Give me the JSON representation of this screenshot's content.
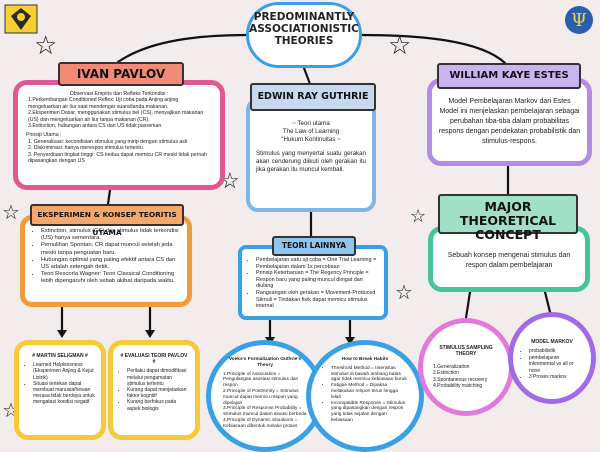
{
  "title": {
    "line1": "PREDOMINANTLY",
    "line2": "ASSOCIATIONISTIC",
    "line3": "THEORIES"
  },
  "pavlov": {
    "heading": "IVAN PAVLOV",
    "subtitle": "Observasi Empiris dan Refleks Terkondisi :",
    "items": [
      "1.Perkembangan Conditioned Reflex: Uji coba pada Anjing anjing mengeluarkan air liur saat mendengar suara/tanda makanan.",
      "2.Eksperimen Dasar, menggunakan stimulus bel (CS), menyajikan makanan (US) dan mengeluarkan air liur tanpa makanan (CR).",
      "3.Extinction, hubungan antara CS dan US tidak pasrerkan."
    ],
    "principle_title": "Prinsip Utama :",
    "principles": [
      "1. Generalisasi: kecondisian stimulus yang mirip dengan stimulus asli",
      "2. Diskriminasi: hanya merespon stimulus tertentu",
      "3. Penyerdiaan tingkat tinggi: CS kedua dapat memicu CR meski tidak pernah dipasangkan dengan US"
    ]
  },
  "guthrie": {
    "heading": "EDWIN RAY GUTHRIE",
    "lines": [
      "~ Teori utama",
      "The Law of Learning",
      "\"Hukum Kontinuitas ~"
    ],
    "text": "Stimulus yang menyertai suatu gerakan akan cenderung diikuti oleh gerakan itu jika gerakan itu muncul kembali."
  },
  "estes": {
    "heading": "WILLIAM KAYE ESTES",
    "text": "Model Pembelajaran Markov dari Estes Model ini menjelaskan pembelajaran sebagai perubahan tiba-tiba dalam probabilitas respons dengan pendekatan probabilistik dan stimulus-respons."
  },
  "major": {
    "heading_line1": "MAJOR THEORETICAL",
    "heading_line2": "CONCEPT",
    "text": "Sebuah konsep mengenai stimulus dan respon dalam pembelajaran"
  },
  "eksperimen": {
    "heading": "EKSPERIMEN & KONSEP TEORITIS UTAMA",
    "items": [
      "Extinction, stimulus (CS) dan stimulus tidak terkondisi (US) hanya sementara.",
      "Pemulihan Spontan, CR dapat muncul setelah jeda meski tanpa penguatan baru.",
      "Hubungan optimal yang paling efektif antara CS dan US adalah setengah detik.",
      "Teori Rescorla Wagner: Teori Classical Conditioning lebih dipengaruhi oleh sebab akibat daripada waktu."
    ]
  },
  "teori_lainnya": {
    "heading": "TEORI LAINNYA",
    "items": [
      "Pembelajaran satu uji coba = One Trial Learning = Pembelajaran dalam 1x percobaan",
      "Prinsip Keterbaruan = The Regency Principle = Respon baru yang paling muncul diingat dan diulang",
      "Rangsangan oleh gerakan = Movement-Produced Stimuli = Tindakan fisik dapat memicu stimulus internal"
    ]
  },
  "martin": {
    "title": "# MARTIN SELIGMAN #",
    "items": [
      "Learned Helplessness (Eksperimen Anjing & Kejut Listrik)",
      "Situasi tertekan dapat membuat manusia/hewan merasa tidak berdaya untuk mengatasi kondisi negatif."
    ]
  },
  "evaluasi": {
    "title": "# EVALUASI TEORI PAVLOV #",
    "items": [
      "Perilaku dapat dimodifikasi melalui pengamatan stimulus tertentu",
      "Kurang dapat menjelaskan faktor kognitif",
      "Kurang berfokus pada aspek biologis"
    ]
  },
  "voeks": {
    "title": "Voeks's Formalization Guthrie's Theory",
    "items": [
      "1.Principle of Association = Pengulangan asosiasi stimulus dan respon",
      "2.Principle of Postremity = Stimulus muncul dapat memicu respon yang dipelajari",
      "3.Principle of Response Probability = Stimulus muncul dalam situasi berbeda",
      "4.Principle of Dynamic Situations = Kebiasaan dibentuk melalui proses"
    ]
  },
  "break_habits": {
    "title": "How to Break Habits",
    "items": [
      "Threshold Method = Intensitas stimulus di bawah ambang batas agar tidak memicu kebiasaan buruk",
      "Fatigue Method = Dipaksa melakukan respon terus hingga lelah",
      "Incompatible Response = Stimulus yang dipasangkan dengan respon yang tidak sejalan dengan kebiasaan"
    ]
  },
  "sampling": {
    "title": "STIMULUS SAMPLING THEORY",
    "items": [
      "1.Generalization",
      "2.Extinction",
      "3.Spontaneous recovery",
      "4.Probability matching"
    ]
  },
  "markov": {
    "title": "MODEL MARKOV",
    "items": [
      "probabilistik",
      "pembelajaran inkremental vs all or none",
      "3 Proses markov"
    ]
  },
  "colors": {
    "background": "#f3ecec",
    "pink": "#e0588f",
    "blue": "#3aa0e6",
    "purple": "#b58be8",
    "green": "#47c49a",
    "orange": "#f39a3b",
    "yellow": "#f5c93a"
  }
}
